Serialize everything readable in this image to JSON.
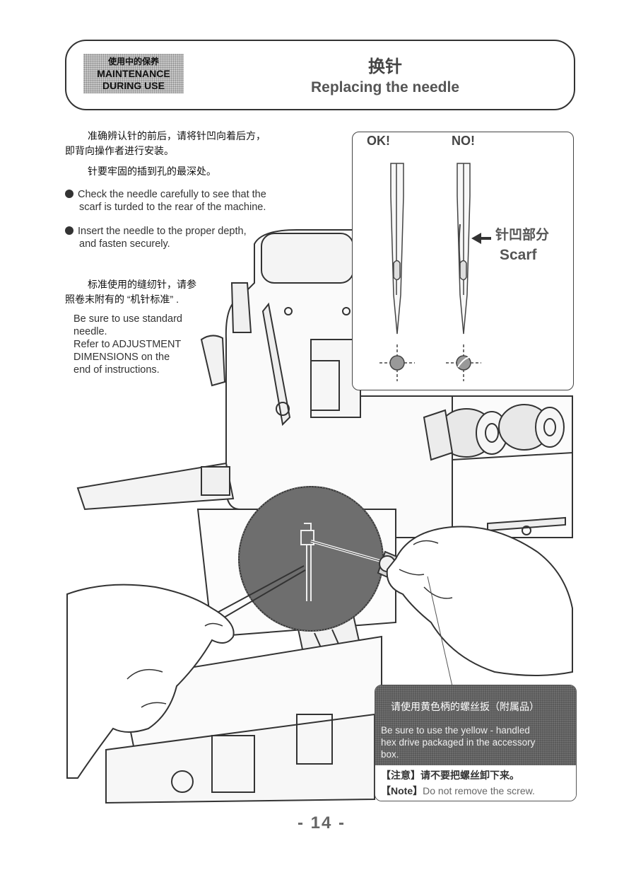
{
  "header": {
    "section_zh": "使用中的保养",
    "section_en_1": "MAINTENANCE",
    "section_en_2": "DURING USE",
    "title_zh": "换针",
    "title_en": "Replacing the needle"
  },
  "instructions": {
    "zh_1_line1": "准确辨认针的前后，请将针凹向着后方，",
    "zh_1_line2": "即背向操作者进行安装。",
    "zh_2": "针要牢固的插到孔的最深处。",
    "bullets": [
      {
        "line1": "Check the needle carefully to see that the",
        "line2": "scarf is turded to the rear of the machine."
      },
      {
        "line1": "Insert the needle to the proper depth,",
        "line2": "and fasten securely."
      }
    ],
    "zh_3_line1": "标准使用的缝纫针，请参",
    "zh_3_line2": "照卷末附有的 “机针标准” .",
    "standard_lines": [
      "Be sure to use standard",
      "needle.",
      "Refer to ADJUSTMENT",
      "DIMENSIONS on the",
      "end of instructions."
    ]
  },
  "needle_panel": {
    "ok_label": "OK!",
    "no_label": "NO!",
    "scarf_zh": "针凹部分",
    "scarf_en": "Scarf"
  },
  "callout": {
    "zh": "请使用黄色柄的螺丝扳（附属品）",
    "en_lines": [
      "Be sure to use the yellow - handled",
      "hex drive packaged in the accessory",
      "box."
    ],
    "note_zh": "【注意】请不要把螺丝卸下来。",
    "note_label": "【Note】",
    "note_en": "Do not remove the screw."
  },
  "page_number": "- 14 -"
}
